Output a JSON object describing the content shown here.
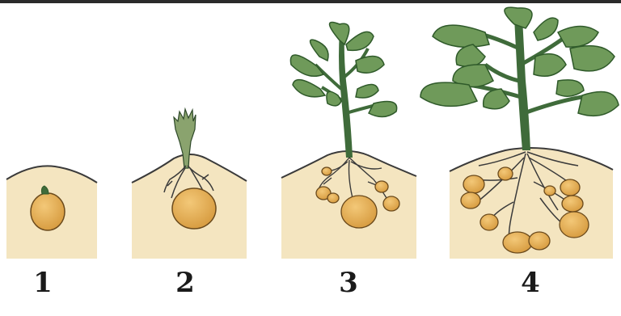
{
  "stages": [
    {
      "label": "1"
    },
    {
      "label": "2"
    },
    {
      "label": "3"
    },
    {
      "label": "4"
    }
  ],
  "colors": {
    "soil": "#f4e5c0",
    "soil_outline": "#3a3a3a",
    "tuber": "#e2ad55",
    "tuber_outline": "#6b4a1c",
    "leaf": "#6f9a5a",
    "leaf_dark": "#2f5a2a",
    "stem": "#3f6b3a",
    "root": "#4a4a4a"
  }
}
